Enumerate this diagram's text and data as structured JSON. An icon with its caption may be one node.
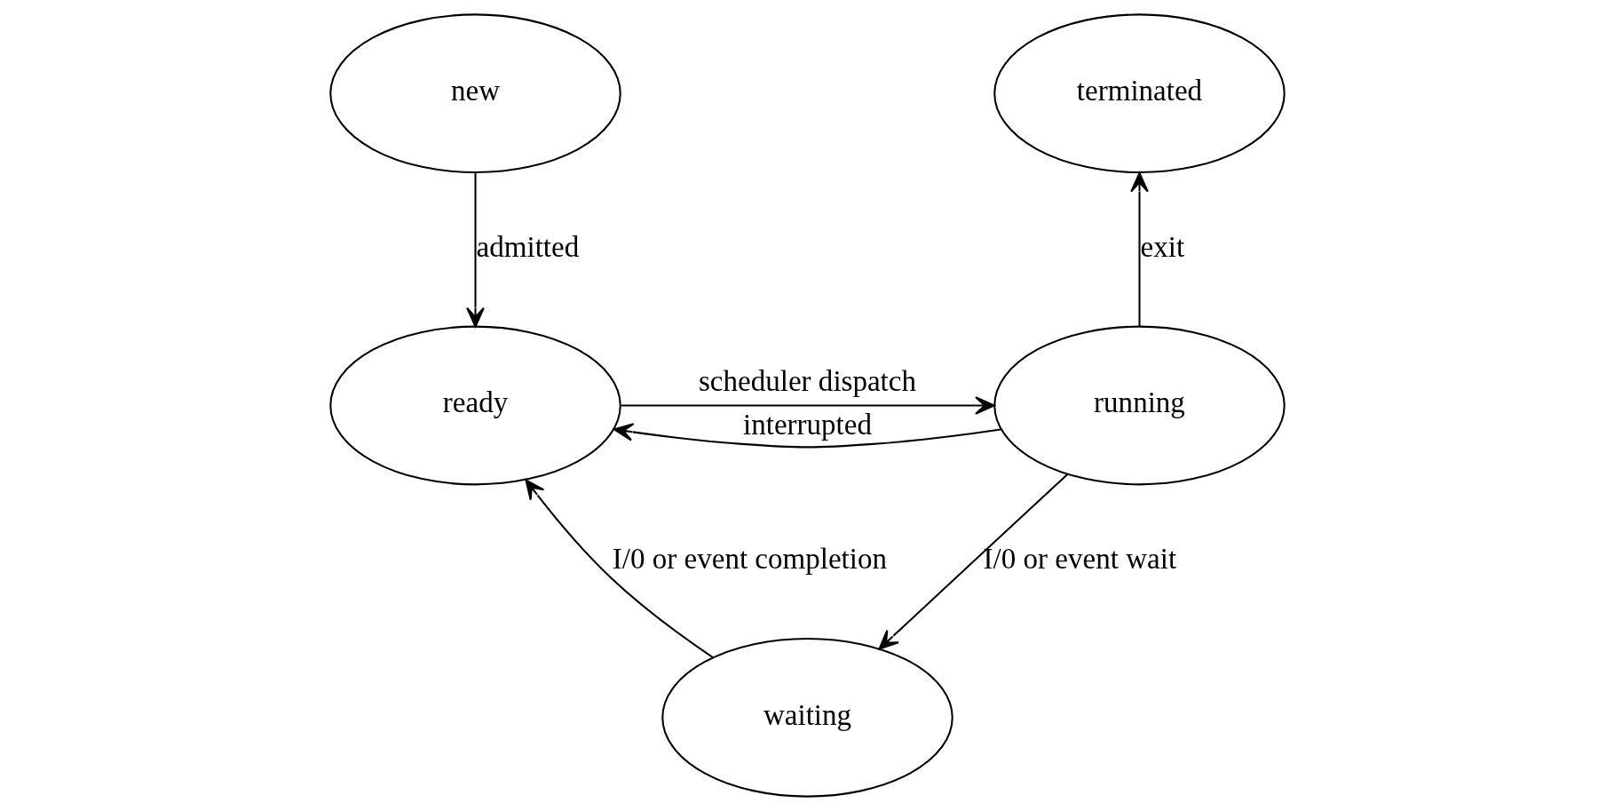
{
  "diagram": {
    "nodes": [
      {
        "text": [
          "new"
        ]
      },
      {
        "text": [
          "ready"
        ]
      },
      {
        "text": [
          "running"
        ]
      },
      {
        "text": [
          "terminated"
        ]
      },
      {
        "text": [
          "waiting"
        ]
      }
    ],
    "edges": [
      {
        "from": 0,
        "to": 1,
        "arrow": "to",
        "label": "admitted"
      },
      {
        "from": 2,
        "to": 1,
        "arrow": "to",
        "label": "interrupted"
      },
      {
        "from": 1,
        "to": 2,
        "arrow": "to",
        "label": "scheduler dispatch"
      },
      {
        "from": 2,
        "to": 3,
        "arrow": "to",
        "label": "exit"
      },
      {
        "from": 4,
        "to": 1,
        "arrow": "to",
        "label": "I/0 or event completion"
      },
      {
        "from": 2,
        "to": 4,
        "arrow": "to",
        "label": "I/0 or event wait"
      }
    ]
  }
}
